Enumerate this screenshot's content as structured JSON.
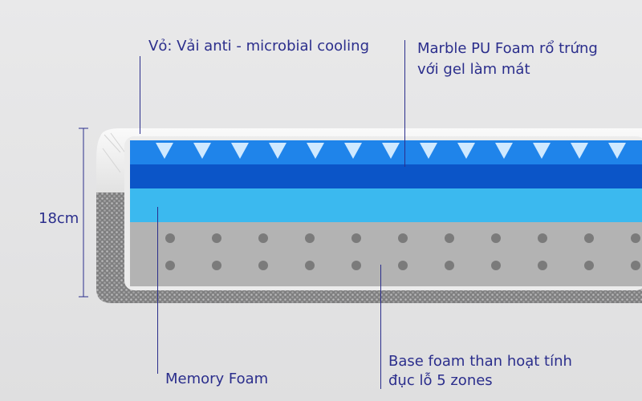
{
  "labels": {
    "cover": "Vỏ: Vải anti - microbial cooling",
    "marble_line1": "Marble PU Foam rổ trứng",
    "marble_line2": "với gel làm mát",
    "height": "18cm",
    "memory": "Memory Foam",
    "base_line1": "Base foam than hoạt tính",
    "base_line2": "đục lỗ 5 zones"
  },
  "colors": {
    "text": "#2b2e8c",
    "cover_white": "#f3f3f3",
    "top_blue": "#1c7ee6",
    "dark_blue": "#0b55c8",
    "light_blue": "#3cb8ee",
    "base_gray": "#b4b4b4",
    "knit_gray": "#8a8a8a"
  }
}
